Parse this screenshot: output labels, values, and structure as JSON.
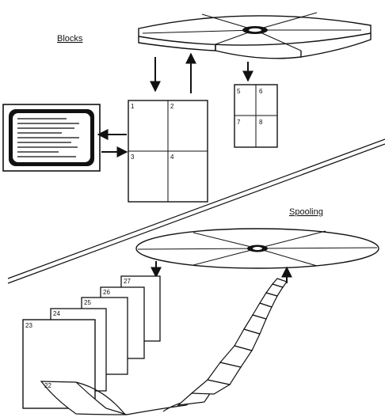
{
  "labels": {
    "blocks_title": "Blocks",
    "spooling_title": "Spooling"
  },
  "memory_blocks": [
    "1",
    "2",
    "3",
    "4"
  ],
  "disk_blocks": [
    "5",
    "6",
    "7",
    "8"
  ],
  "spool_pages": [
    "27",
    "26",
    "25",
    "24",
    "23",
    "22"
  ],
  "colors": {
    "ink": "#111111",
    "paper": "#ffffff"
  }
}
